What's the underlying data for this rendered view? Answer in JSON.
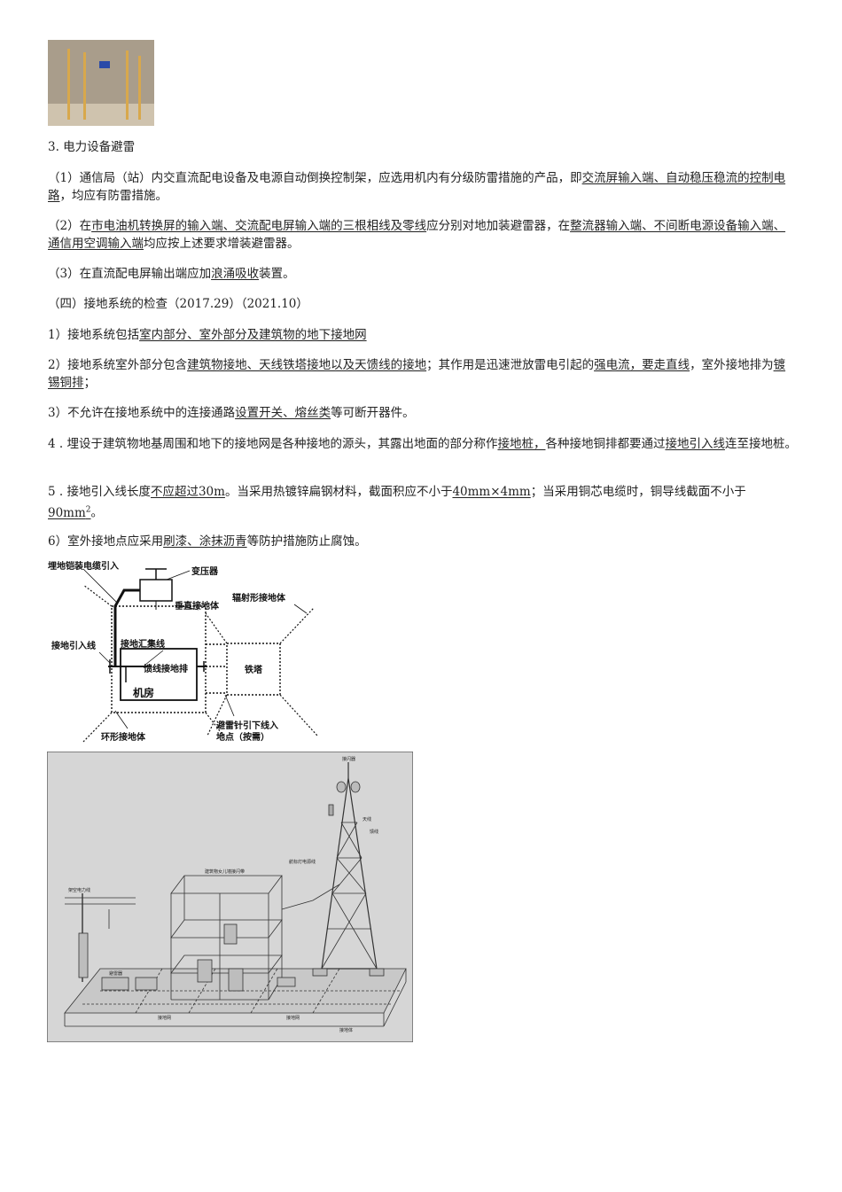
{
  "section_title": "3. 电力设备避雷",
  "p1": {
    "a": "（1）通信局（站）内交直流配电设备及电源自动倒换控制架，应选用机内有分级防雷措施的产品，即",
    "u1": "交流屏输入端、自动稳压稳流的控制电路",
    "b": "，均应有防雷措施。"
  },
  "p2": {
    "a": "（2）在",
    "u1": "市电油机转换屏的输入端、交流配电屏输入端的三根相线及零线",
    "b": "应分别对地加装避雷器，在",
    "u2": "整流器输入端、不间断电源设备输入端、通信用空调输入端",
    "c": "均应按上述要求增装避雷器。"
  },
  "p3": {
    "a": "（3）在直流配电屏输出端应加",
    "u1": "浪涌吸收",
    "b": "装置。"
  },
  "p4": "（四）接地系统的检查（2017.29）（2021.10）",
  "l1": {
    "a": "1）接地系统包括",
    "u1": "室内部分、室外部分及建筑物的地下接地网"
  },
  "l2": {
    "a": "2）接地系统室外部分包含",
    "u1": "建筑物接地、天线铁塔接地以及天馈线的接地",
    "b": "；其作用是迅速泄放雷电引起的",
    "u2": "强电流，要走直线",
    "c": "，室外接地排为",
    "u3": "镀锡铜排",
    "d": "；"
  },
  "l3": {
    "a": "3）不允许在接地系统中的连接通路",
    "u1": "设置开关、熔丝类",
    "b": "等可断开器件。"
  },
  "l4": {
    "a": "4 . 埋设于建筑物地基周围和地下的接地网是各种接地的源头，其露出地面的部分称作",
    "u1": "接地桩，",
    "b": "各种接地铜排都要通过",
    "u2": "接地引入线",
    "c": "连至接地桩。"
  },
  "l5": {
    "a": "5 . 接地引入线长度",
    "u1": "不应超过30m",
    "b": "。当采用热镀锌扁钢材料，截面积应不小于",
    "u2": "40mm×4mm",
    "c": "；当采用铜芯电缆时，铜导线截面不小于",
    "u3": "90mm",
    "sup": "2",
    "d": "。"
  },
  "l6": {
    "a": "6）室外接地点应采用",
    "u1": "刷漆、涂抹沥青",
    "b": "等防护措施防止腐蚀。"
  },
  "fig1": {
    "buried_cable": "埋地铠装电缆引入",
    "transformer": "变压器",
    "vertical_electrode": "垂直接地体",
    "radial_electrode": "辐射形接地体",
    "lead_in": "接地引入线",
    "bus": "接地汇集线",
    "feeder_bar": "馈线接地排",
    "room": "机房",
    "tower": "铁塔",
    "ring": "环形接地体",
    "lightning_down1": "避雷针引下线入",
    "lightning_down2": "地点（按需）"
  },
  "fig2": {
    "lightning_rod": "接闪器",
    "antenna": "天线",
    "feeder": "馈线",
    "building_belt": "建筑物女儿墙接闪带",
    "nav_light": "航标灯电源线",
    "overhead": "架空电力线",
    "arrester1": "避雷器",
    "ground_net1": "接地网",
    "ground_net2": "接地网",
    "earth_body": "接地体"
  }
}
